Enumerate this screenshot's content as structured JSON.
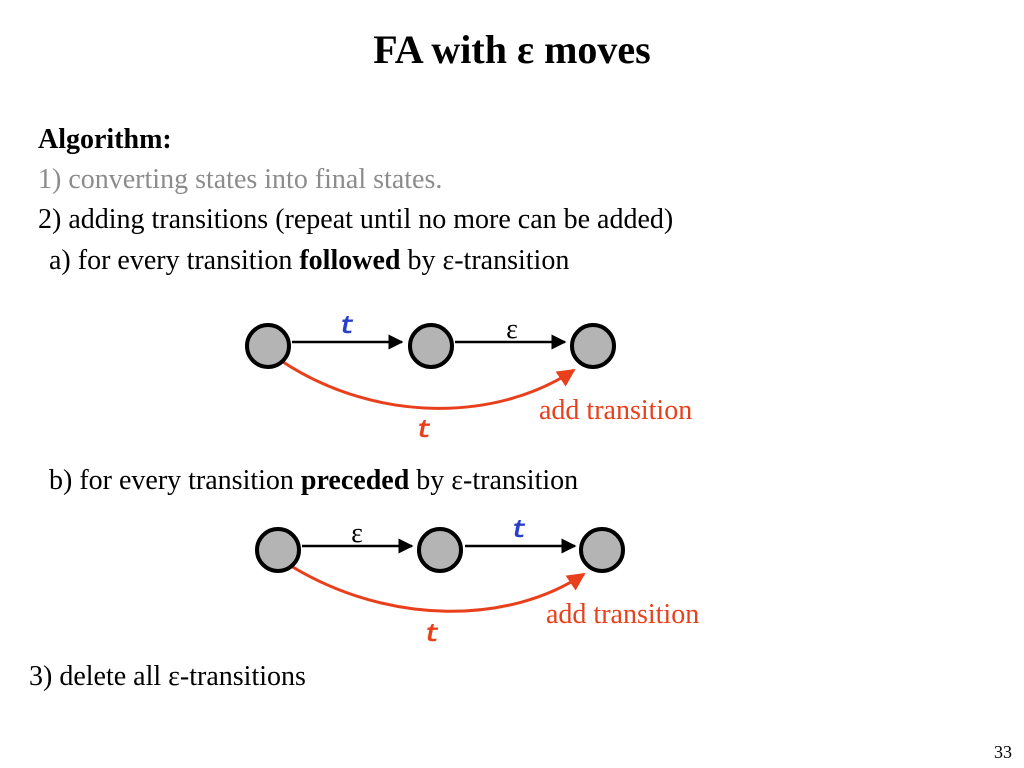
{
  "slide": {
    "title": "FA with ε moves",
    "algorithm_heading": "Algorithm:",
    "step1": "1) converting states into final states.",
    "step2": "2) adding transitions (repeat until no more can be added)",
    "step_a": {
      "prefix": "a) for every transition ",
      "emphasis": "followed",
      "suffix": " by ε-transition"
    },
    "step_b": {
      "prefix": "b) for every transition ",
      "emphasis": "preceded",
      "suffix": " by ε-transition"
    },
    "step3": "3) delete all ε-transitions",
    "page_number": "33"
  },
  "diagram_a": {
    "edge1_label": "t",
    "edge2_label": "ε",
    "added_edge_label": "t",
    "note": "add transition"
  },
  "diagram_b": {
    "edge1_label": "ε",
    "edge2_label": "t",
    "added_edge_label": "t",
    "note": "add transition"
  },
  "colors": {
    "state_fill": "#b4b4b4",
    "state_stroke": "#000000",
    "added_edge": "#e8401c",
    "label_t": "#2a3fc9",
    "label_t_added": "#e8401c",
    "greyed_text": "#8c8c8c"
  }
}
